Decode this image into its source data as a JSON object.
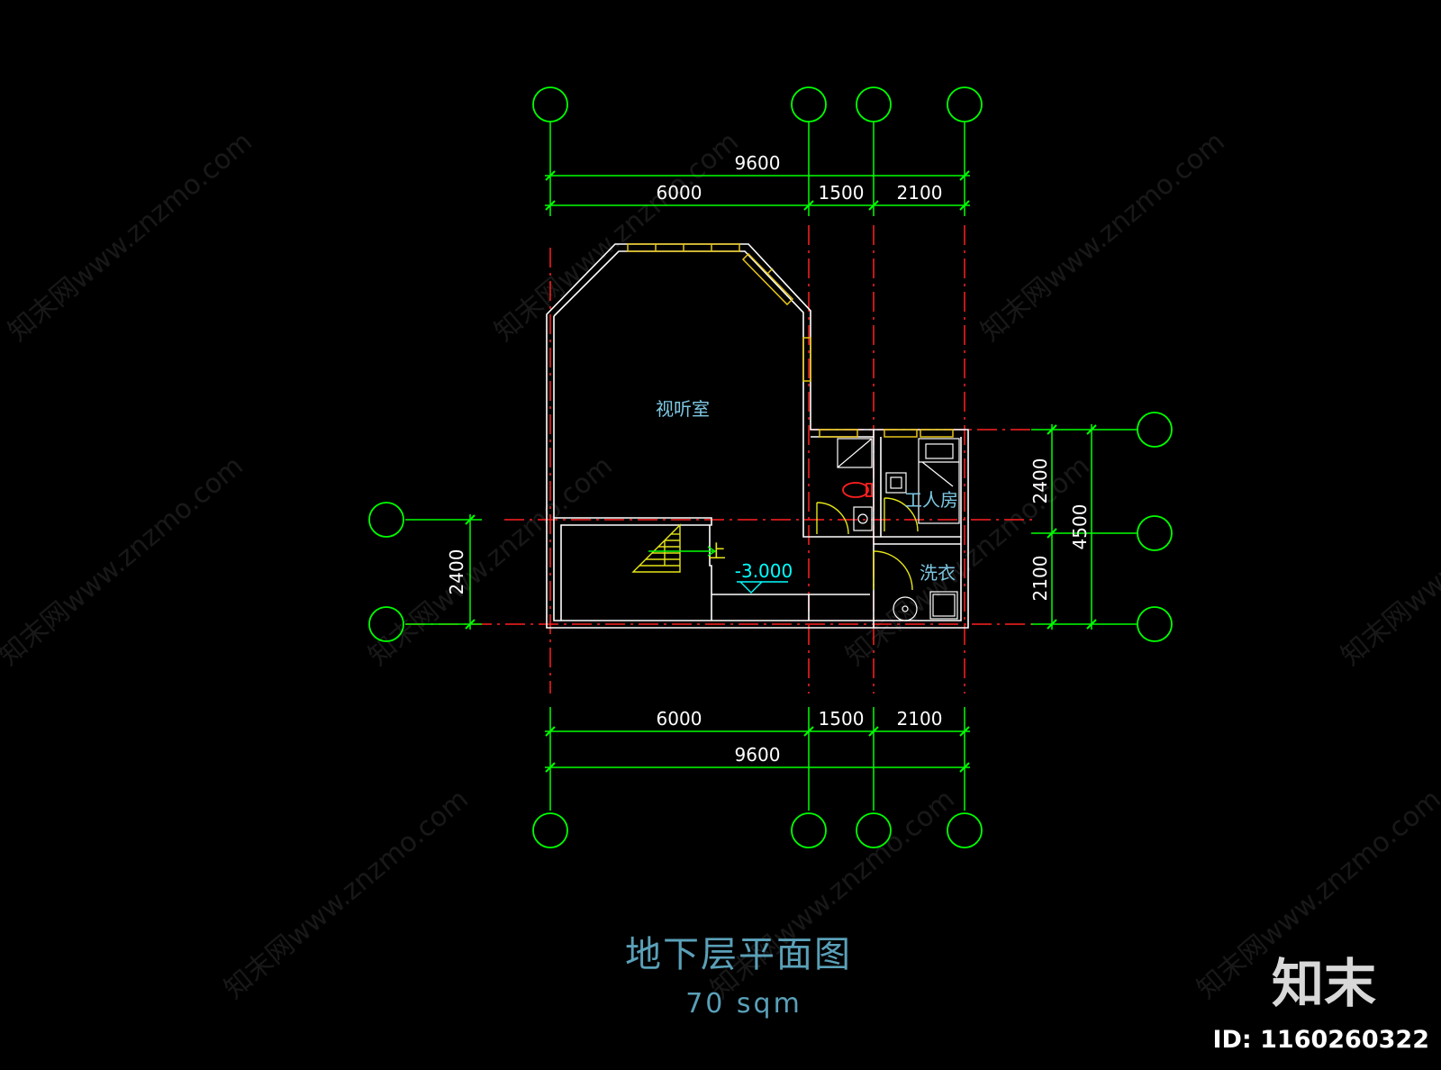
{
  "dimensions": {
    "top_total": "9600",
    "top_segments": [
      "6000",
      "1500",
      "2100"
    ],
    "bottom_total": "9600",
    "bottom_segments": [
      "6000",
      "1500",
      "2100"
    ],
    "left": "2400",
    "right_segments": [
      "2400",
      "2100"
    ],
    "right_total": "4500"
  },
  "rooms": {
    "av_room": "视听室",
    "maid_room": "工人房",
    "laundry": "洗衣",
    "stair_up": "上",
    "level": "-3.000"
  },
  "title": "地下层平面图",
  "area": "70 sqm",
  "brand": {
    "name": "知末",
    "id": "ID: 1160260322"
  },
  "watermark": "知末网www.znzmo.com",
  "colors": {
    "grid": "#00ff00",
    "axis": "#ff2020",
    "wall": "#ffffff",
    "window": "#e6c419",
    "stair": "#e6e619",
    "toilet": "#ff2020",
    "text": "#ffffff",
    "room_text": "#7ec8e3"
  }
}
